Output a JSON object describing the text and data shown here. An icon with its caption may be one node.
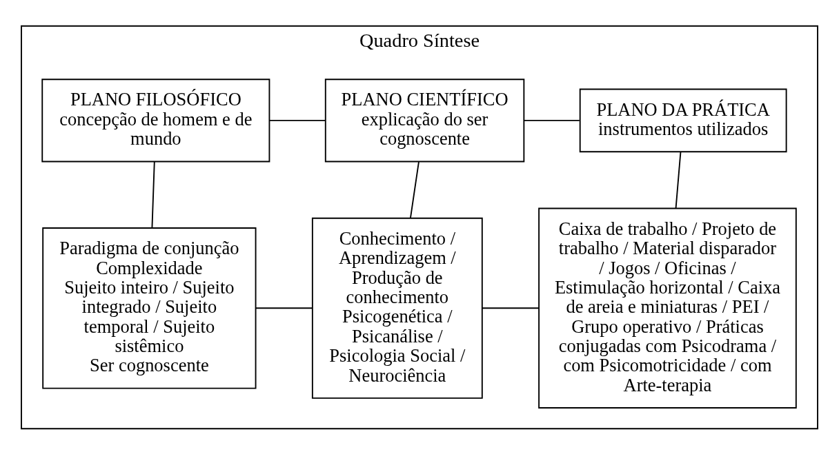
{
  "diagram": {
    "nodes": [
      {
        "text": [
          "Quadro Síntese"
        ]
      },
      {
        "text": [
          "PLANO FILOSÓFICO",
          "concepção de homem e de mundo"
        ],
        "in": 0
      },
      {
        "text": [
          "PLANO CIENTÍFICO",
          "explicação do ser cognoscente"
        ],
        "in": 0
      },
      {
        "text": [
          "PLANO DA PRÁTICA",
          "instrumentos utilizados"
        ],
        "in": 0
      },
      {
        "text": [
          "Paradigma de conjunção",
          "Complexidade",
          "Sujeito inteiro / Sujeito integrado / Sujeito temporal / Sujeito sistêmico",
          "Ser cognoscente"
        ],
        "in": 0
      },
      {
        "text": [
          "Conhecimento / Aprendizagem / Produção de conhecimento",
          "Psicogenética / Psicanálise / Psicologia Social / Neurociência"
        ],
        "in": 0
      },
      {
        "text": [
          "Caixa de trabalho / Projeto de trabalho / Material disparador / Jogos / Oficinas / Estimulação horizontal / Caixa de areia e miniaturas / PEI / Grupo operativo / Práticas conjugadas com Psicodrama / com Psicomotricidade / com Arte-terapia"
        ],
        "in": 0
      }
    ],
    "edges": [
      {
        "from": 1,
        "to": 2,
        "arrow": "none"
      },
      {
        "from": 2,
        "to": 3,
        "arrow": "none"
      },
      {
        "from": 1,
        "to": 4,
        "arrow": "none"
      },
      {
        "from": 2,
        "to": 5,
        "arrow": "none"
      },
      {
        "from": 3,
        "to": 6,
        "arrow": "none"
      },
      {
        "from": 4,
        "to": 5,
        "arrow": "none"
      },
      {
        "from": 5,
        "to": 6,
        "arrow": "none"
      }
    ]
  }
}
